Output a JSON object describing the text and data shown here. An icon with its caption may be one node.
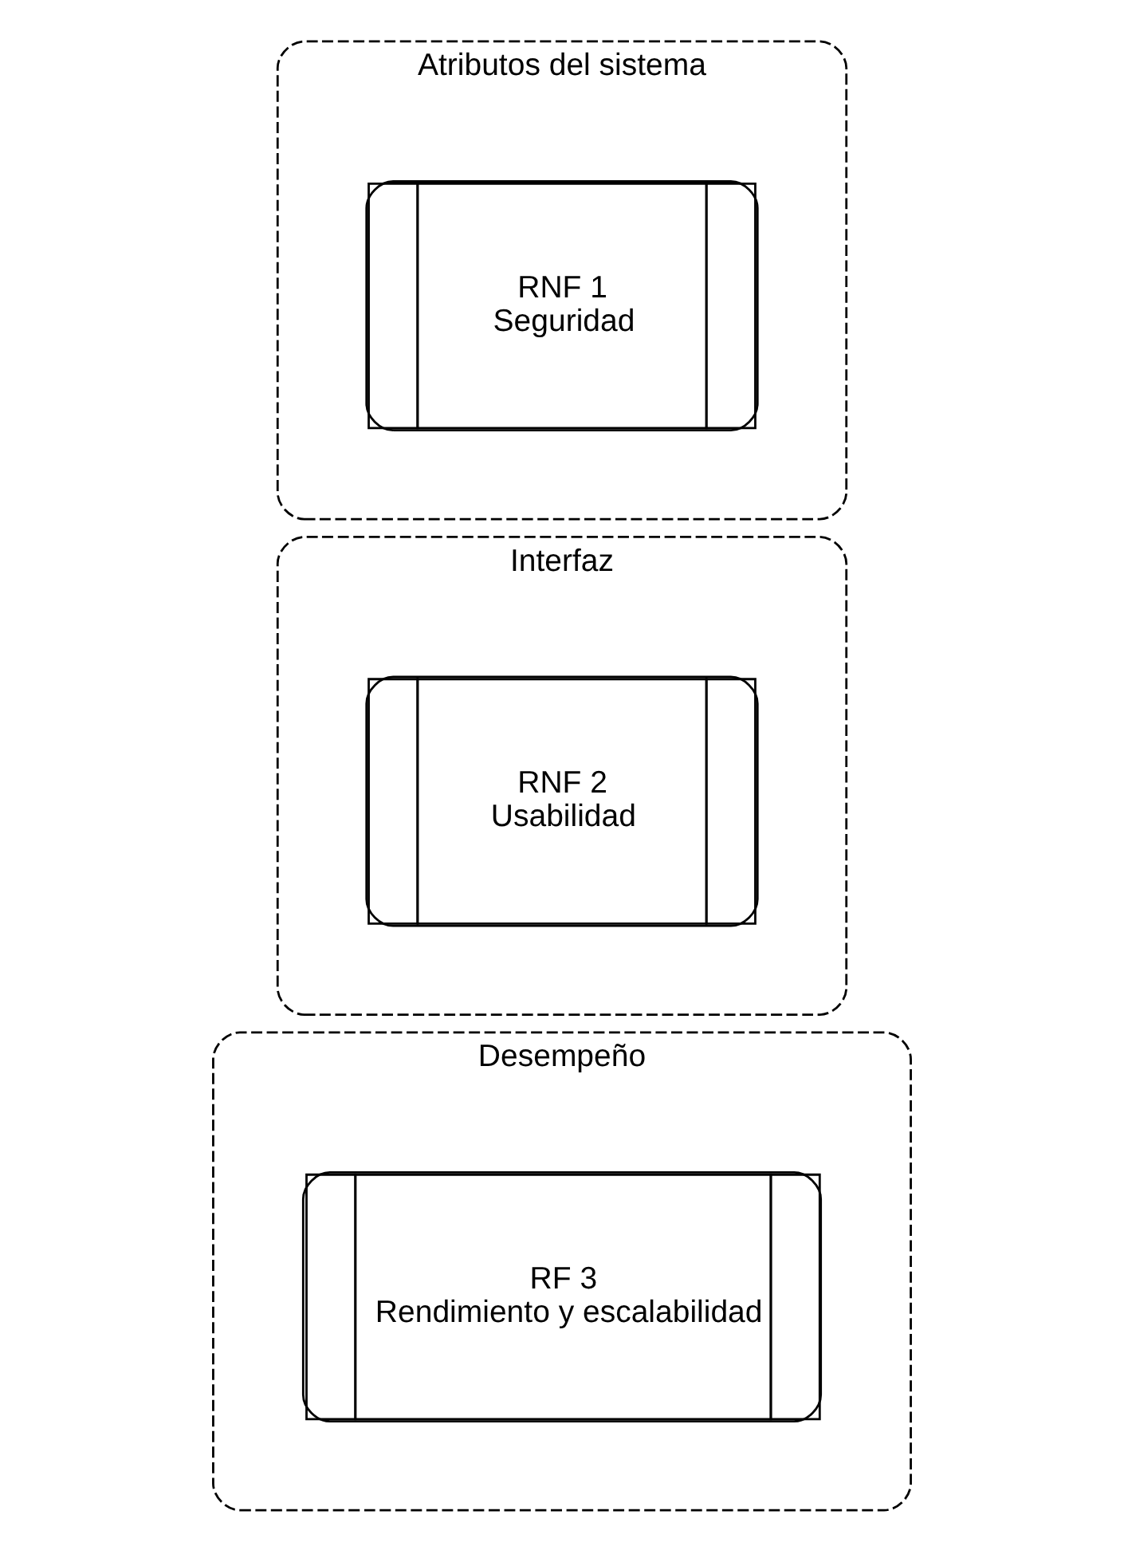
{
  "diagram": {
    "nodes": [
      {
        "text": [
          "Atributos del sistema"
        ]
      },
      {
        "text": [
          "RNF 1",
          "Seguridad"
        ],
        "in": 0
      },
      {
        "text": [
          "Interfaz"
        ]
      },
      {
        "text": [
          "RNF 2",
          "Usabilidad"
        ],
        "in": 2
      },
      {
        "text": [
          "Desempeño"
        ]
      },
      {
        "text": [
          "RF 3",
          "Rendimiento y escalabilidad"
        ],
        "in": 4
      }
    ]
  }
}
